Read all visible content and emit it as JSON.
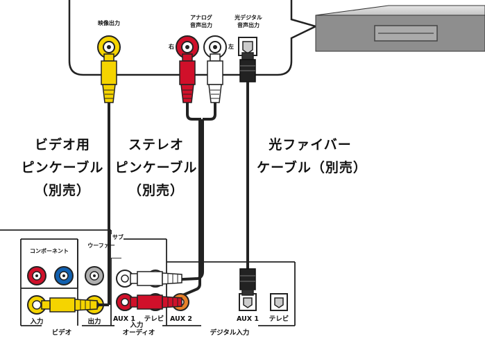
{
  "source_device": {
    "video_out_label": "映像出力",
    "analog_out_label_1": "アナログ",
    "analog_out_label_2": "音声出力",
    "optical_out_label_1": "光デジタル",
    "optical_out_label_2": "音声出力",
    "right_label": "右",
    "left_label": "左"
  },
  "cables": {
    "video": [
      "ビデオ用",
      "ピンケーブル",
      "（別売）"
    ],
    "stereo": [
      "ステレオ",
      "ピンケーブル",
      "（別売）"
    ],
    "optical": [
      "光ファイバー",
      "ケーブル（別売）"
    ]
  },
  "receiver": {
    "component_label": "コンポーネント",
    "subwoofer_label_1": "サブ",
    "subwoofer_label_2": "ウーファー",
    "input_label": "入力",
    "output_label": "出力",
    "aux1_label": "AUX 1",
    "tv_label": "テレビ",
    "aux2_label": "AUX 2",
    "audio_input_label": "入力",
    "digital_aux1_label": "AUX 1",
    "digital_tv_label": "テレビ",
    "video_section": "ビデオ",
    "audio_section": "オーディオ",
    "digital_section": "デジタル入力"
  },
  "colors": {
    "yellow": "#f5d400",
    "red": "#d0102a",
    "white": "#ffffff",
    "blue": "#1060b0",
    "orange": "#e8822a",
    "gray": "#b0b0b0",
    "dark": "#222222"
  }
}
